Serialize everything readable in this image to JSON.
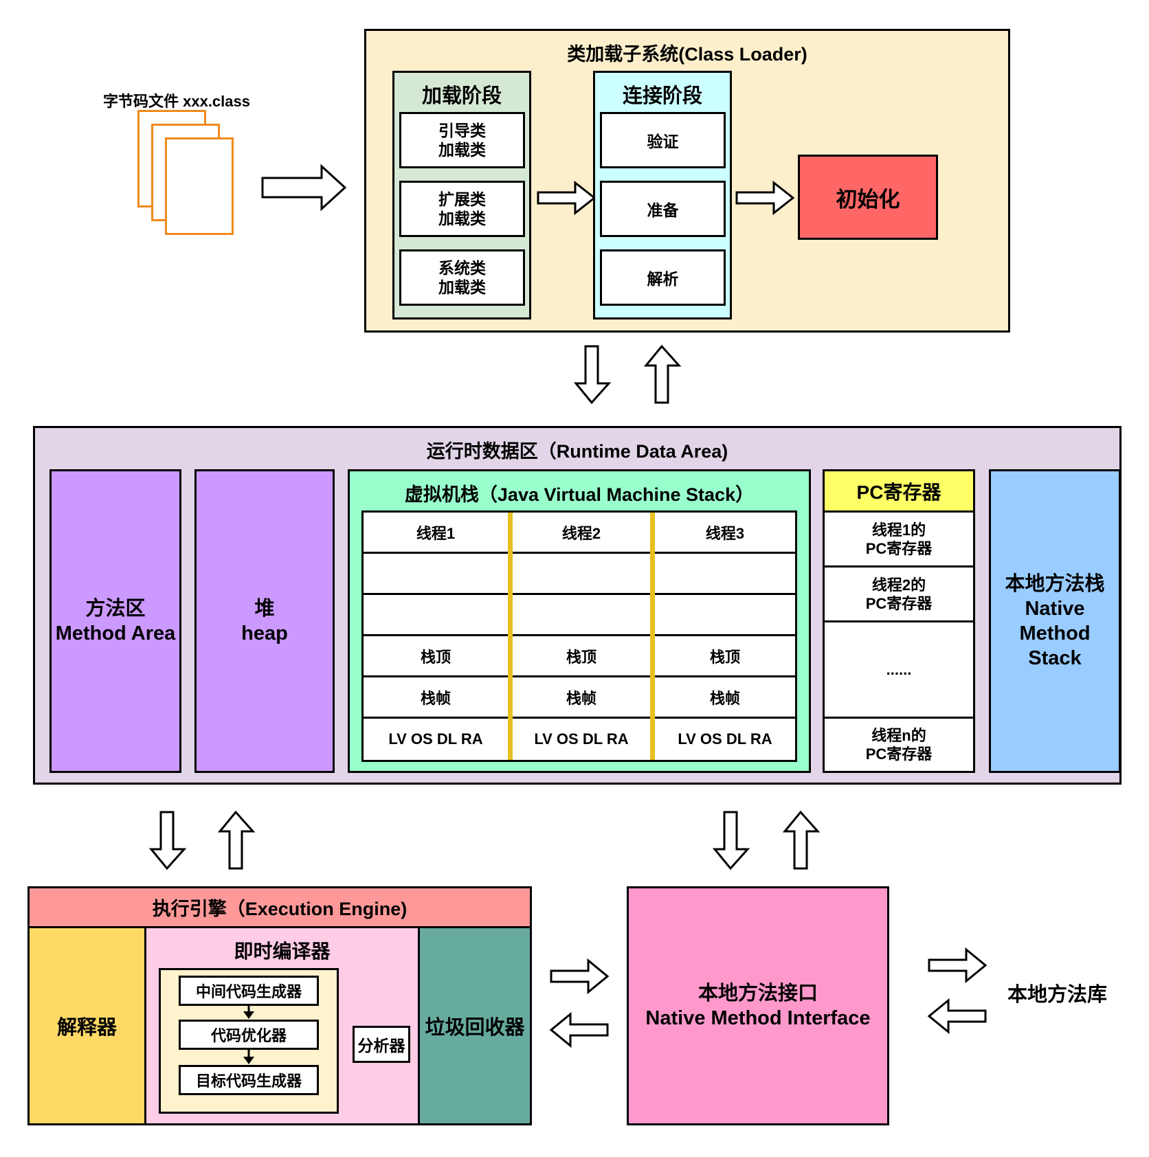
{
  "bytecode": {
    "label": "字节码文件 xxx.class"
  },
  "class_loader": {
    "title": "类加载子系统(Class Loader)",
    "loading": {
      "title": "加载阶段",
      "items": [
        {
          "line1": "引导类",
          "line2": "加载类"
        },
        {
          "line1": "扩展类",
          "line2": "加载类"
        },
        {
          "line1": "系统类",
          "line2": "加载类"
        }
      ]
    },
    "linking": {
      "title": "连接阶段",
      "items": [
        "验证",
        "准备",
        "解析"
      ]
    },
    "init": "初始化"
  },
  "runtime": {
    "title": "运行时数据区（Runtime Data Area)",
    "method_area": {
      "line1": "方法区",
      "line2": "Method Area"
    },
    "heap": {
      "line1": "堆",
      "line2": "heap"
    },
    "jvm_stack": {
      "title": "虚拟机栈（Java Virtual Machine Stack）",
      "threads": [
        {
          "name": "线程1",
          "top": "栈顶",
          "frame": "栈帧",
          "vars": "LV OS DL RA"
        },
        {
          "name": "线程2",
          "top": "栈顶",
          "frame": "栈帧",
          "vars": "LV OS DL RA"
        },
        {
          "name": "线程3",
          "top": "栈顶",
          "frame": "栈帧",
          "vars": "LV OS DL RA"
        }
      ]
    },
    "pc_register": {
      "title": "PC寄存器",
      "items": [
        {
          "line1": "线程1的",
          "line2": "PC寄存器"
        },
        {
          "line1": "线程2的",
          "line2": "PC寄存器"
        },
        {
          "line1": "......",
          "line2": ""
        },
        {
          "line1": "线程n的",
          "line2": "PC寄存器"
        }
      ]
    },
    "native_stack": {
      "line1": "本地方法栈",
      "line2": "Native",
      "line3": "Method",
      "line4": "Stack"
    }
  },
  "execution_engine": {
    "title": "执行引擎（Execution Engine)",
    "interpreter": "解释器",
    "jit": {
      "title": "即时编译器",
      "steps": [
        "中间代码生成器",
        "代码优化器",
        "目标代码生成器"
      ],
      "profiler": "分析器"
    },
    "gc": "垃圾回收器"
  },
  "native_interface": {
    "line1": "本地方法接口",
    "line2": "Native Method Interface"
  },
  "native_library": "本地方法库",
  "colors": {
    "class_loader_bg": "#fdefcb",
    "loading_bg": "#d5e8d4",
    "linking_bg": "#ccffff",
    "init_bg": "#ff6666",
    "runtime_bg": "#e1d5e7",
    "method_area_bg": "#cc99ff",
    "jvm_stack_bg": "#99ffcc",
    "pc_title_bg": "#ffff66",
    "native_stack_bg": "#99ccff",
    "engine_title_bg": "#ff9999",
    "interpreter_bg": "#ffd966",
    "jit_bg": "#ffcce6",
    "jit_inner_bg": "#fff2cc",
    "gc_bg": "#67ab9f",
    "native_interface_bg": "#ff99cc",
    "doc_border": "#f08a1c",
    "thread_divider": "#e6c020"
  }
}
